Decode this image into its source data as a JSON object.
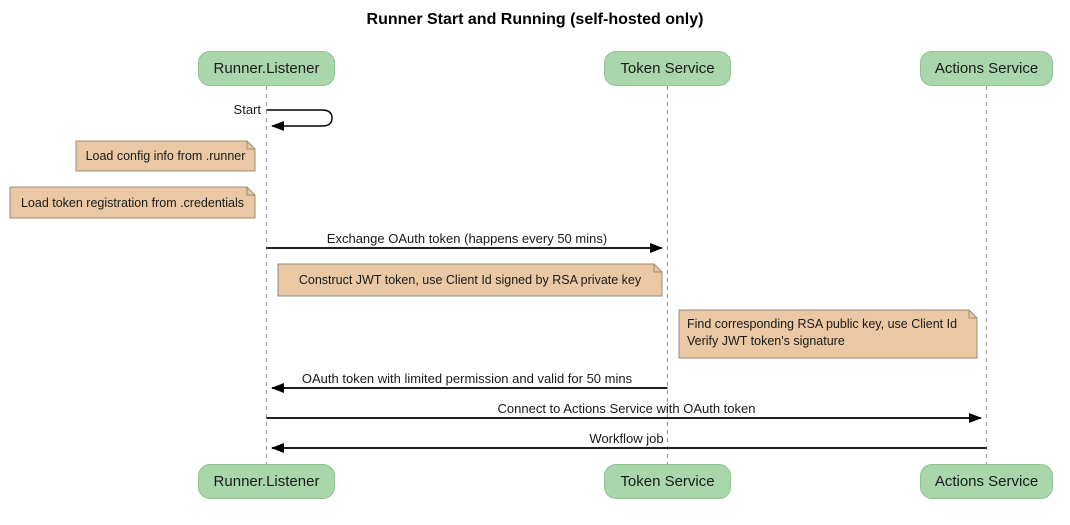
{
  "title": "Runner Start and Running (self-hosted only)",
  "participants": [
    {
      "label": "Runner.Listener"
    },
    {
      "label": "Token Service"
    },
    {
      "label": "Actions Service"
    }
  ],
  "messages": [
    {
      "label": "Start",
      "from": "Runner.Listener",
      "to": "Runner.Listener",
      "kind": "self"
    },
    {
      "label": "Exchange OAuth token (happens every 50 mins)",
      "from": "Runner.Listener",
      "to": "Token Service",
      "kind": "solid"
    },
    {
      "label": "OAuth token with limited permission and valid for 50 mins",
      "from": "Token Service",
      "to": "Runner.Listener",
      "kind": "solid"
    },
    {
      "label": "Connect to Actions Service with OAuth token",
      "from": "Runner.Listener",
      "to": "Actions Service",
      "kind": "solid"
    },
    {
      "label": "Workflow job",
      "from": "Actions Service",
      "to": "Runner.Listener",
      "kind": "solid"
    }
  ],
  "notes": [
    {
      "text": "Load config info from .runner",
      "position": "left of Runner.Listener"
    },
    {
      "text": "Load token registration from .credentials",
      "position": "left of Runner.Listener"
    },
    {
      "text": "Construct JWT token, use Client Id signed by RSA private key",
      "position": "over Runner.Listener and Token Service"
    },
    {
      "line1": "Find corresponding RSA public key, use Client Id",
      "line2": "Verify JWT token's signature",
      "position": "left of Actions Service"
    }
  ],
  "colors": {
    "background": "#ffffff",
    "participant_fill": "#a9d7ab",
    "participant_border": "#8fc193",
    "note_fill": "#e9c8a3",
    "note_border": "#9c8c74",
    "lifeline": "#999999",
    "message_line": "#000000",
    "text": "#1a1a1a"
  }
}
